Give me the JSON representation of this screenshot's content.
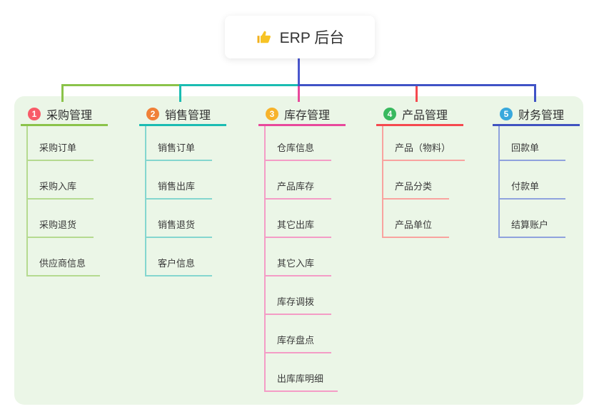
{
  "root": {
    "title": "ERP 后台",
    "icon": "thumbs-up-icon"
  },
  "canvas": {
    "background": "#ffffff",
    "panel_background": "#ebf6e7",
    "root_connector_color": "#4a57cd"
  },
  "branches": [
    {
      "num": "1",
      "label": "采购管理",
      "badge_color": "#f85b68",
      "line_color": "#8bc34a",
      "light_line_color": "#b5da90",
      "children": [
        "采购订单",
        "采购入库",
        "采购退货",
        "供应商信息"
      ]
    },
    {
      "num": "2",
      "label": "销售管理",
      "badge_color": "#f08038",
      "line_color": "#1bbcb2",
      "light_line_color": "#84d6cf",
      "children": [
        "销售订单",
        "销售出库",
        "销售退货",
        "客户信息"
      ]
    },
    {
      "num": "3",
      "label": "库存管理",
      "badge_color": "#f7b32b",
      "line_color": "#e8499c",
      "light_line_color": "#f49cc6",
      "children": [
        "仓库信息",
        "产品库存",
        "其它出库",
        "其它入库",
        "库存调拨",
        "库存盘点",
        "出库库明细"
      ]
    },
    {
      "num": "4",
      "label": "产品管理",
      "badge_color": "#38b95e",
      "line_color": "#f5494f",
      "light_line_color": "#f9a39f",
      "children": [
        "产品（物料）",
        "产品分类",
        "产品单位"
      ]
    },
    {
      "num": "5",
      "label": "财务管理",
      "badge_color": "#38a8dc",
      "line_color": "#4053c0",
      "light_line_color": "#8fa2dd",
      "children": [
        "回款单",
        "付款单",
        "结算账户"
      ]
    }
  ]
}
